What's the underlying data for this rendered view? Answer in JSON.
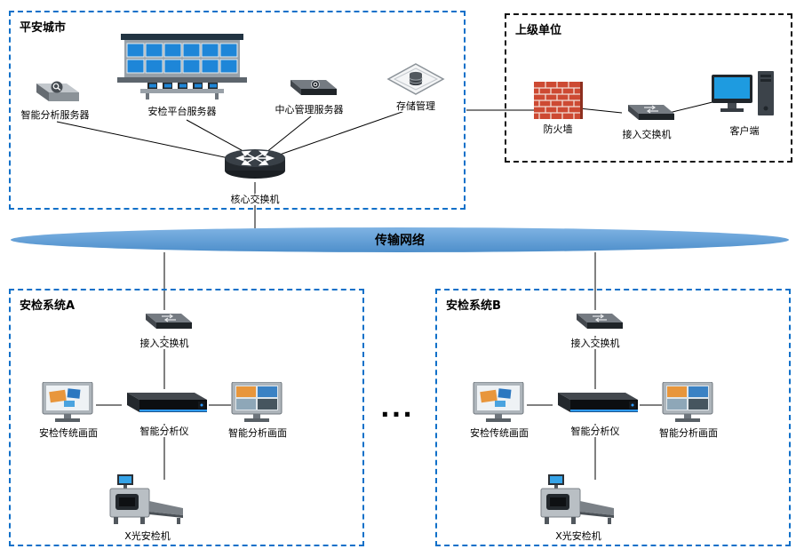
{
  "colors": {
    "group_border_blue": "#1070c9",
    "group_border_black": "#111111",
    "bus_fill": "#5b9bd5",
    "firewall_red": "#cd4a33",
    "screen_blue": "#1e86d8"
  },
  "groups": {
    "safe_city": {
      "label": "平安城市"
    },
    "superior_unit": {
      "label": "上级单位"
    }
  },
  "safe_city": {
    "analysis_server": "智能分析服务器",
    "platform_server": "安检平台服务器",
    "mgmt_server": "中心管理服务器",
    "storage": "存储管理",
    "core_switch": "核心交换机"
  },
  "superior_unit": {
    "firewall": "防火墙",
    "access_switch": "接入交换机",
    "client": "客户端"
  },
  "bus": {
    "label": "传输网络"
  },
  "systems": [
    {
      "title": "安检系统A",
      "access_switch": "接入交换机",
      "trad_screen": "安检传统画面",
      "analyzer": "智能分析仪",
      "analysis_screen": "智能分析画面",
      "xray": "X光安检机"
    },
    {
      "title": "安检系统B",
      "access_switch": "接入交换机",
      "trad_screen": "安检传统画面",
      "analyzer": "智能分析仪",
      "analysis_screen": "智能分析画面",
      "xray": "X光安检机"
    }
  ],
  "ellipsis": "..."
}
